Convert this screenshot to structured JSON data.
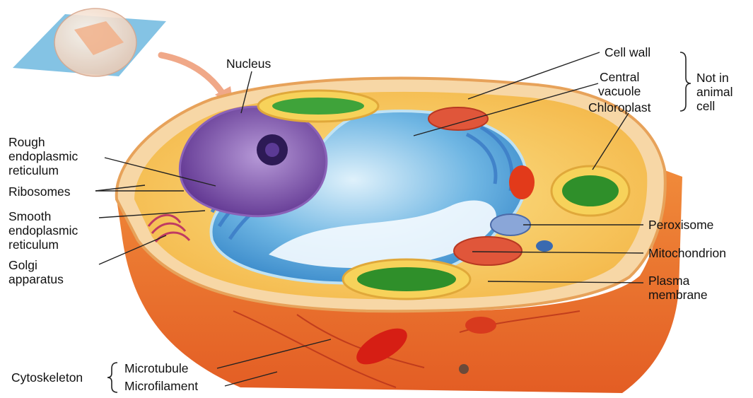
{
  "labels": {
    "nucleus": "Nucleus",
    "cell_wall": "Cell wall",
    "central_vacuole": [
      "Central",
      "vacuole"
    ],
    "chloroplast": "Chloroplast",
    "not_in_animal_cell": [
      "Not in",
      "animal",
      "cell"
    ],
    "rough_er": [
      "Rough",
      "endoplasmic",
      "reticulum"
    ],
    "ribosomes": "Ribosomes",
    "smooth_er": [
      "Smooth",
      "endoplasmic",
      "reticulum"
    ],
    "golgi": [
      "Golgi",
      "apparatus"
    ],
    "peroxisome": "Peroxisome",
    "mitochondrion": "Mitochondrion",
    "plasma_membrane": [
      "Plasma",
      "membrane"
    ],
    "cytoskeleton": "Cytoskeleton",
    "microtubule": "Microtubule",
    "microfilament": "Microfilament"
  },
  "colors": {
    "cell_wall": "#e8962a",
    "cytoplasm": "#f6c95a",
    "cell_side": "#e9772e",
    "vacuole": "#3a8fd0",
    "nucleus": "#6a3d9a",
    "chloroplast": "#2f8f2a",
    "mitochondrion": "#d8442a"
  }
}
